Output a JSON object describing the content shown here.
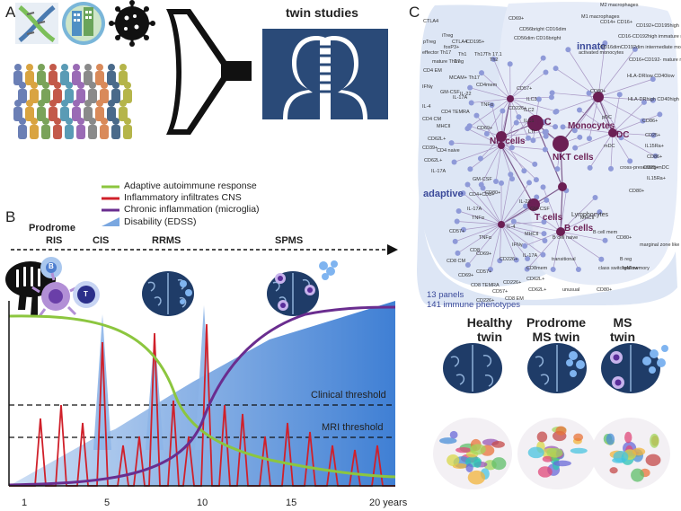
{
  "panel_a": {
    "letter": "A",
    "twin_title": "twin studies"
  },
  "panel_b": {
    "letter": "B",
    "legend": [
      {
        "label": "Adaptive autoimmune response",
        "color": "#8cc63f"
      },
      {
        "label": "Inflammatory infiltrates CNS",
        "color": "#d0202a"
      },
      {
        "label": "Chronic inflammation (microglia)",
        "color": "#6a2d8f"
      },
      {
        "label": "Disability (EDSS)",
        "color": "#7aa7e0"
      }
    ],
    "stages": [
      {
        "top": "Prodrome",
        "bottom": "RIS"
      },
      {
        "top": "",
        "bottom": "CIS"
      },
      {
        "top": "",
        "bottom": "RRMS"
      },
      {
        "top": "",
        "bottom": "SPMS"
      }
    ],
    "cell_labels": [
      "B",
      "T"
    ],
    "thresholds": [
      "Clinical threshold",
      "MRI threshold"
    ],
    "x_ticks": [
      "1",
      "5",
      "10",
      "15",
      "20 years"
    ]
  },
  "panel_c": {
    "letter": "C",
    "regions": [
      "innate",
      "adaptive"
    ],
    "hubs": [
      "NK cells",
      "ILC",
      "NKT cells",
      "Monocytes",
      "DC",
      "T cells",
      "B cells",
      "Lymphocytes"
    ],
    "phenotypes": [
      "CTLA4",
      "iTreg",
      "CTLA4",
      "CD195+",
      "pTreg",
      "foxP3+",
      "Th1",
      "Th17",
      "Th 17.1",
      "Th2",
      "effector Th17",
      "mature Th17",
      "Treg",
      "CD4 EM",
      "MCAM+ Th17",
      "IL-22",
      "IL-4",
      "TNFα",
      "IFNγ",
      "GM-CSF",
      "CD4mem",
      "IL-17A",
      "CD4 CM",
      "CD62L+",
      "CD69+",
      "CD4 TEMRA",
      "MHCII",
      "CD39+",
      "CD4 naive",
      "CD62L+",
      "IL-17A",
      "GM-CSF",
      "CD4+CD8+",
      "CD69+",
      "CD56bright CD16dim",
      "CD56dim CD16bright",
      "CD57+",
      "CD226+",
      "ILC3",
      "ILC2",
      "ILC1",
      "LTi",
      "M2 macrophages",
      "M1 macrophages",
      "CD192+CD195high",
      "CD14+ CD16+",
      "CD16-CD192high immature monocytes",
      "activated monocytes",
      "CD16dimCD192dim intermediate monocytes",
      "CD16+CD192- mature monocytes",
      "CD80+",
      "HLA-DRlow CD40low",
      "HLA-DRhigh CD40high",
      "pDC",
      "CD86+",
      "CD25+",
      "IL15Ra+",
      "mDC",
      "CD86+",
      "CD25+",
      "IL15Ra+",
      "cross-presenting mDC",
      "CD80+",
      "MHCII",
      "B cell naive",
      "B cell mem",
      "marginal zone like",
      "CD80+",
      "transitional",
      "B reg",
      "IgMlow",
      "class switched memory",
      "unusual",
      "CD80+",
      "CD80+",
      "IL-22",
      "GM-CSF",
      "IL-17A",
      "TNFα",
      "IL-4",
      "MHCII",
      "CD57+",
      "TNFα",
      "CD8",
      "IFNγ",
      "IL-17A",
      "CD69+",
      "CD226+",
      "CD8mem",
      "CD8 CM",
      "CD57+",
      "CD62L+",
      "CD69+",
      "CD226+",
      "CD8 TEMRA",
      "CD57+",
      "CD8 EM",
      "CD62L+",
      "CD226+"
    ],
    "footer_line1": "13 panels",
    "footer_line2": "141 immune phenotypes",
    "twins": [
      "Healthy twin",
      "Prodrome MS twin",
      "MS twin"
    ]
  }
}
